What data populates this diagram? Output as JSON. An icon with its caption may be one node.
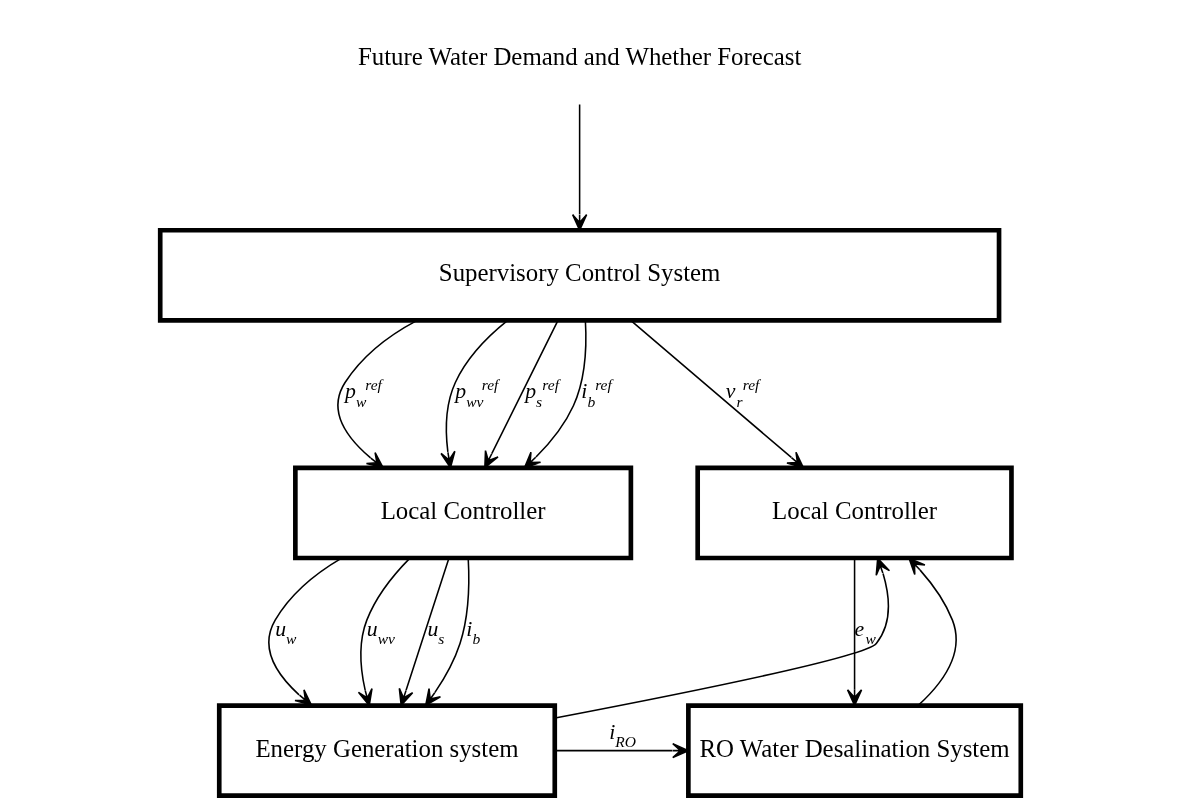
{
  "diagram": {
    "nodes": [
      {
        "text": [
          "Future Water Demand and Whether Forecast"
        ]
      },
      {
        "text": [
          "Supervisory Control System"
        ]
      },
      {
        "text": [
          "Local Controller"
        ]
      },
      {
        "text": [
          "Local Controller"
        ]
      },
      {
        "text": [
          "Energy Generation system"
        ]
      },
      {
        "text": [
          "RO Water Desalination System"
        ]
      }
    ],
    "edges": [
      {
        "from": 0,
        "to": 1,
        "arrow": "to"
      },
      {
        "from": 1,
        "to": 2,
        "arrow": "to",
        "label": "p$_{w}$$^{ref}$"
      },
      {
        "from": 1,
        "to": 2,
        "arrow": "to",
        "label": "p$_{wv}$$^{ref}$"
      },
      {
        "from": 1,
        "to": 2,
        "arrow": "to",
        "label": "p$_{s}$$^{ref}$"
      },
      {
        "from": 1,
        "to": 2,
        "arrow": "to",
        "label": "i$_{b}$$^{ref}$"
      },
      {
        "from": 1,
        "to": 3,
        "arrow": "to",
        "label": "v$_{r}$$^{ref}$"
      },
      {
        "from": 2,
        "to": 4,
        "arrow": "to",
        "label": "u$_{w}$"
      },
      {
        "from": 2,
        "to": 4,
        "arrow": "to",
        "label": "u$_{wv}$"
      },
      {
        "from": 2,
        "to": 4,
        "arrow": "to",
        "label": "u$_{s}$"
      },
      {
        "from": 2,
        "to": 4,
        "arrow": "to",
        "label": "i$_{b}$"
      },
      {
        "from": 3,
        "to": 5,
        "arrow": "to",
        "label": "e$_{w}$"
      },
      {
        "from": 4,
        "to": 5,
        "arrow": "to",
        "label": "i$_{RO}$"
      },
      {
        "from": 4,
        "to": 3,
        "arrow": "to"
      },
      {
        "from": 5,
        "to": 3,
        "arrow": "to"
      }
    ]
  }
}
